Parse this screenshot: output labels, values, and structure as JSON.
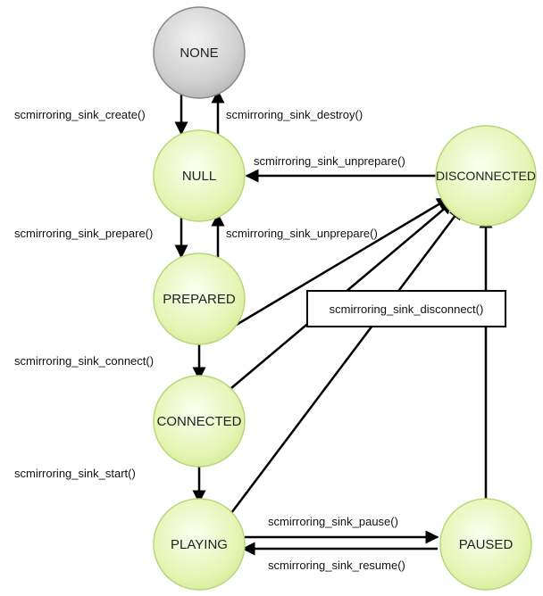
{
  "states": {
    "none": "NONE",
    "null": "NULL",
    "prepared": "PREPARED",
    "connected": "CONNECTED",
    "playing": "PLAYING",
    "paused": "PAUSED",
    "disconnected": "DISCONNECTED"
  },
  "transitions": {
    "create": "scmirroring_sink_create()",
    "destroy": "scmirroring_sink_destroy()",
    "unprepare_from_disconnected": "scmirroring_sink_unprepare()",
    "prepare": "scmirroring_sink_prepare()",
    "unprepare_from_prepared": "scmirroring_sink_unprepare()",
    "disconnect": "scmirroring_sink_disconnect()",
    "connect": "scmirroring_sink_connect()",
    "start": "scmirroring_sink_start()",
    "pause": "scmirroring_sink_pause()",
    "resume": "scmirroring_sink_resume()"
  },
  "colors": {
    "none_fill": "#c8c8c8",
    "state_fill": "#e8f6b8",
    "state_stroke": "#a8c860",
    "arrow": "#000000"
  }
}
